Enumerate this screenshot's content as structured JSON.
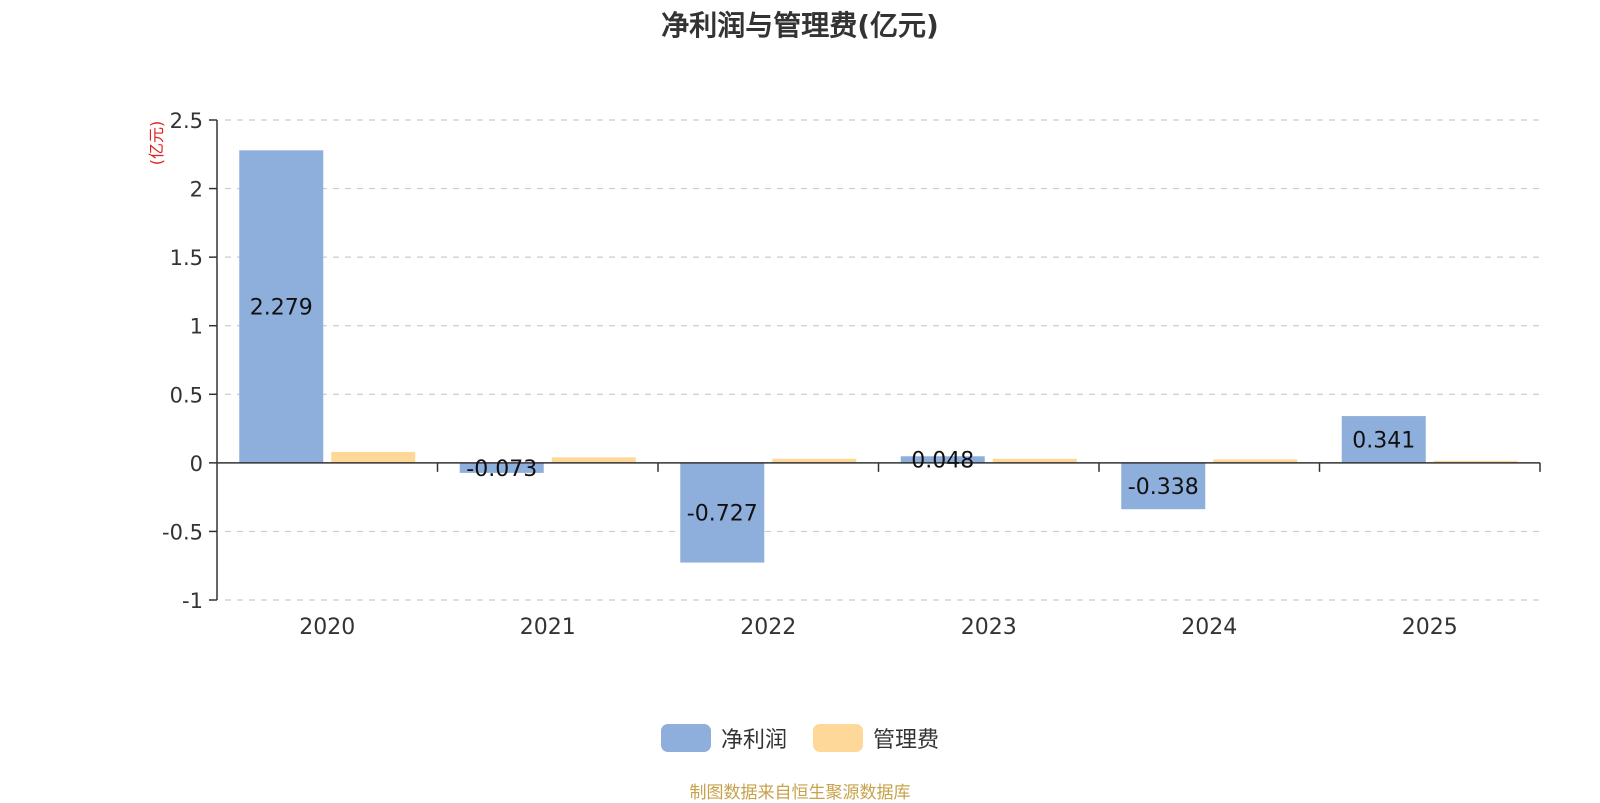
{
  "chart_data": {
    "type": "bar",
    "title": "净利润与管理费(亿元)",
    "ylabel": "(亿元)",
    "categories": [
      "2020",
      "2021",
      "2022",
      "2023",
      "2024",
      "2025"
    ],
    "series": [
      {
        "name": "净利润",
        "color": "#8eaedb",
        "values": [
          2.279,
          -0.073,
          -0.727,
          0.048,
          -0.338,
          0.341
        ]
      },
      {
        "name": "管理费",
        "color": "#fdd898",
        "values": [
          0.08,
          0.04,
          0.03,
          0.03,
          0.025,
          0.015
        ]
      }
    ],
    "data_labels": [
      "2.279",
      "-0.073",
      "-0.727",
      "0.048",
      "-0.338",
      "0.341"
    ],
    "ylim": [
      -1,
      2.5
    ],
    "yticks": [
      "2.5",
      "2",
      "1.5",
      "1",
      "0.5",
      "0",
      "-0.5",
      "-1"
    ],
    "ytick_values": [
      2.5,
      2,
      1.5,
      1,
      0.5,
      0,
      -0.5,
      -1
    ],
    "grid": true,
    "legend_position": "bottom-center",
    "ylabel_color": "#e02020"
  },
  "source_note": "制图数据来自恒生聚源数据库"
}
